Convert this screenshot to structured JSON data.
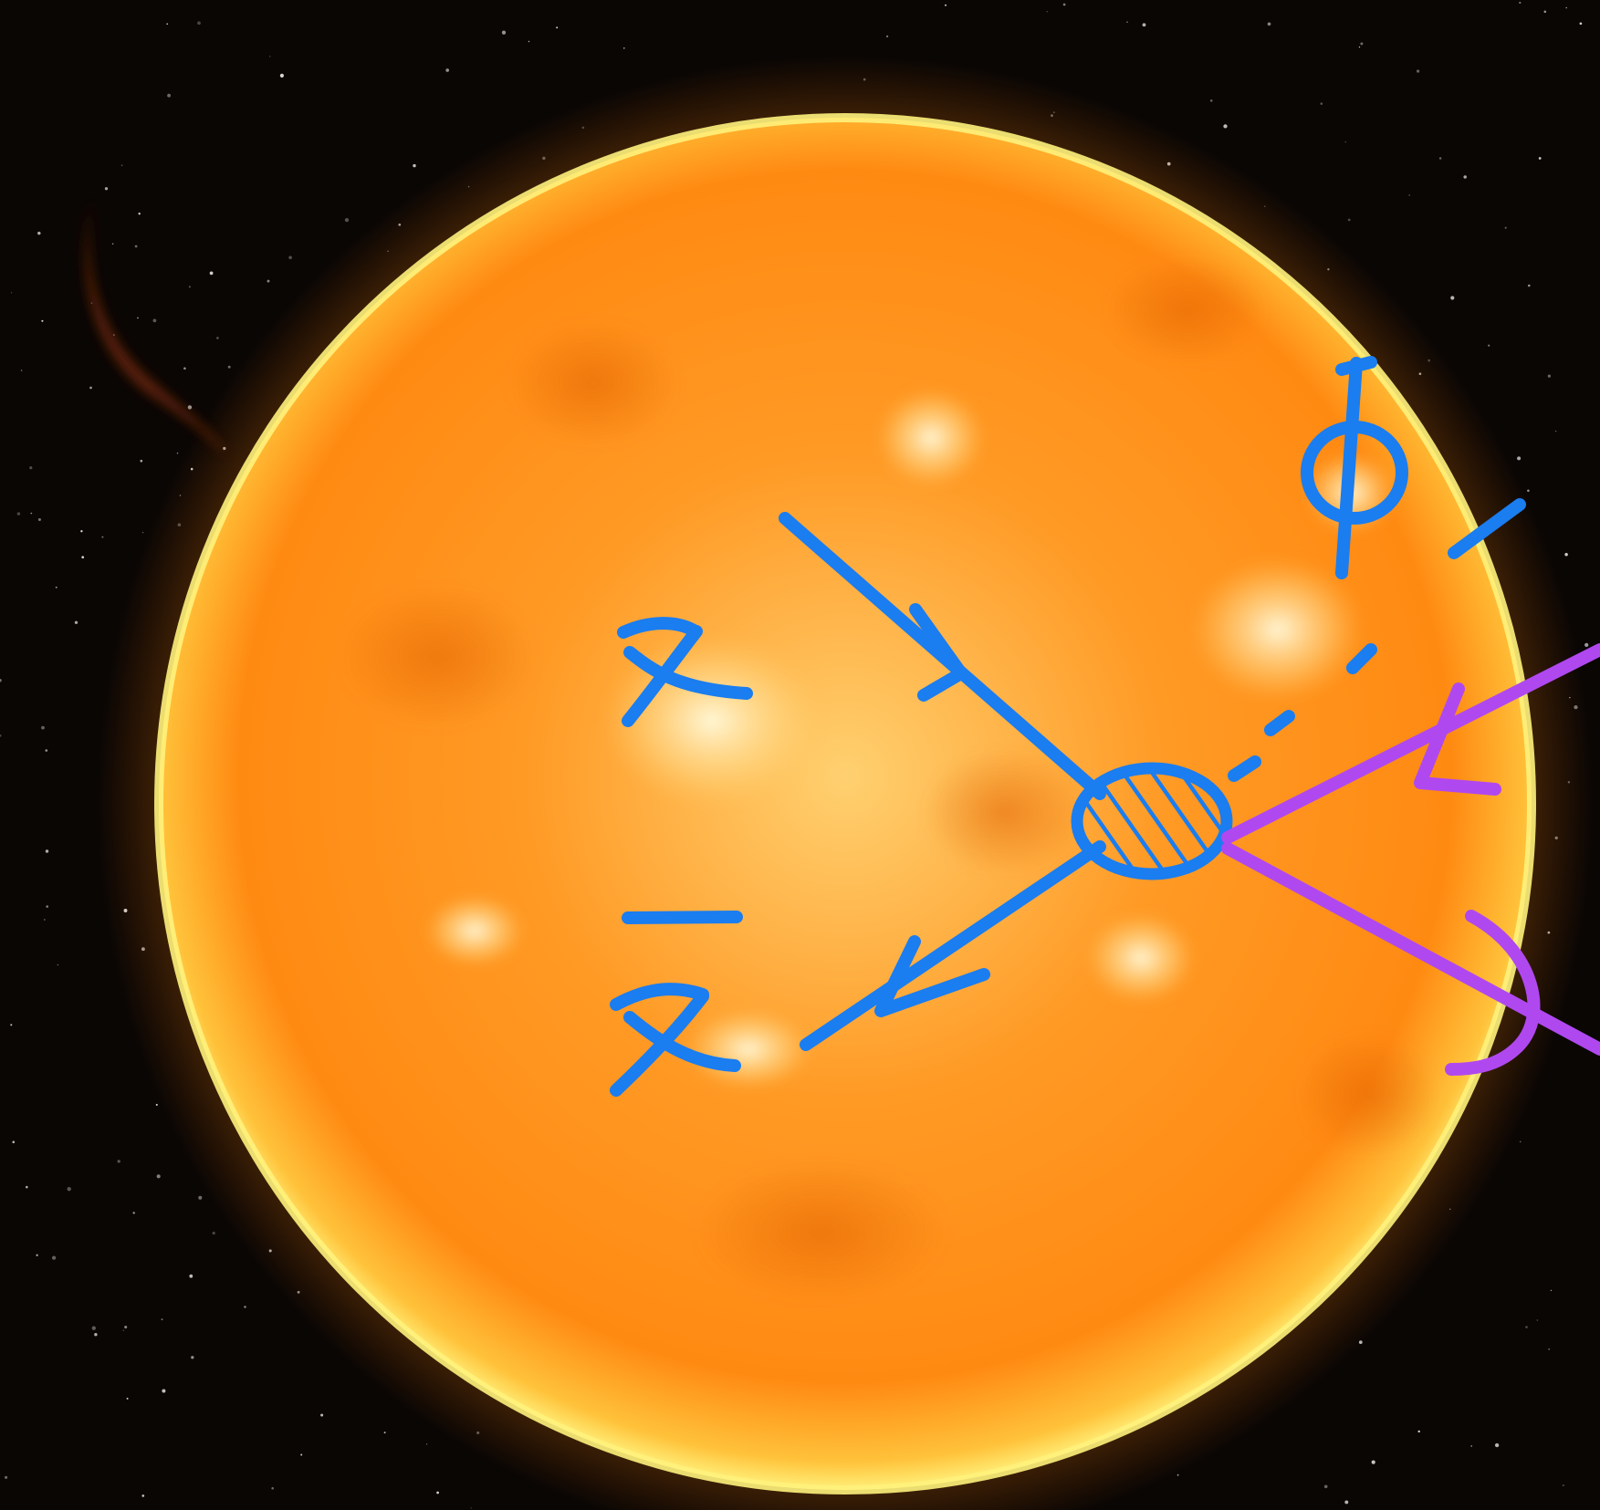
{
  "labels": {
    "incoming_particle": "χ",
    "outgoing_antiparticle": "χ̄",
    "mediator": "ϕ"
  },
  "colors": {
    "space_background": "#0a0604",
    "sun_core": "#fff3b8",
    "sun_mid": "#ffb02a",
    "sun_edge": "#ff8a10",
    "sun_limb_glow": "#ffe85a",
    "ink_blue": "#1a7df0",
    "ink_purple": "#b048f0"
  }
}
